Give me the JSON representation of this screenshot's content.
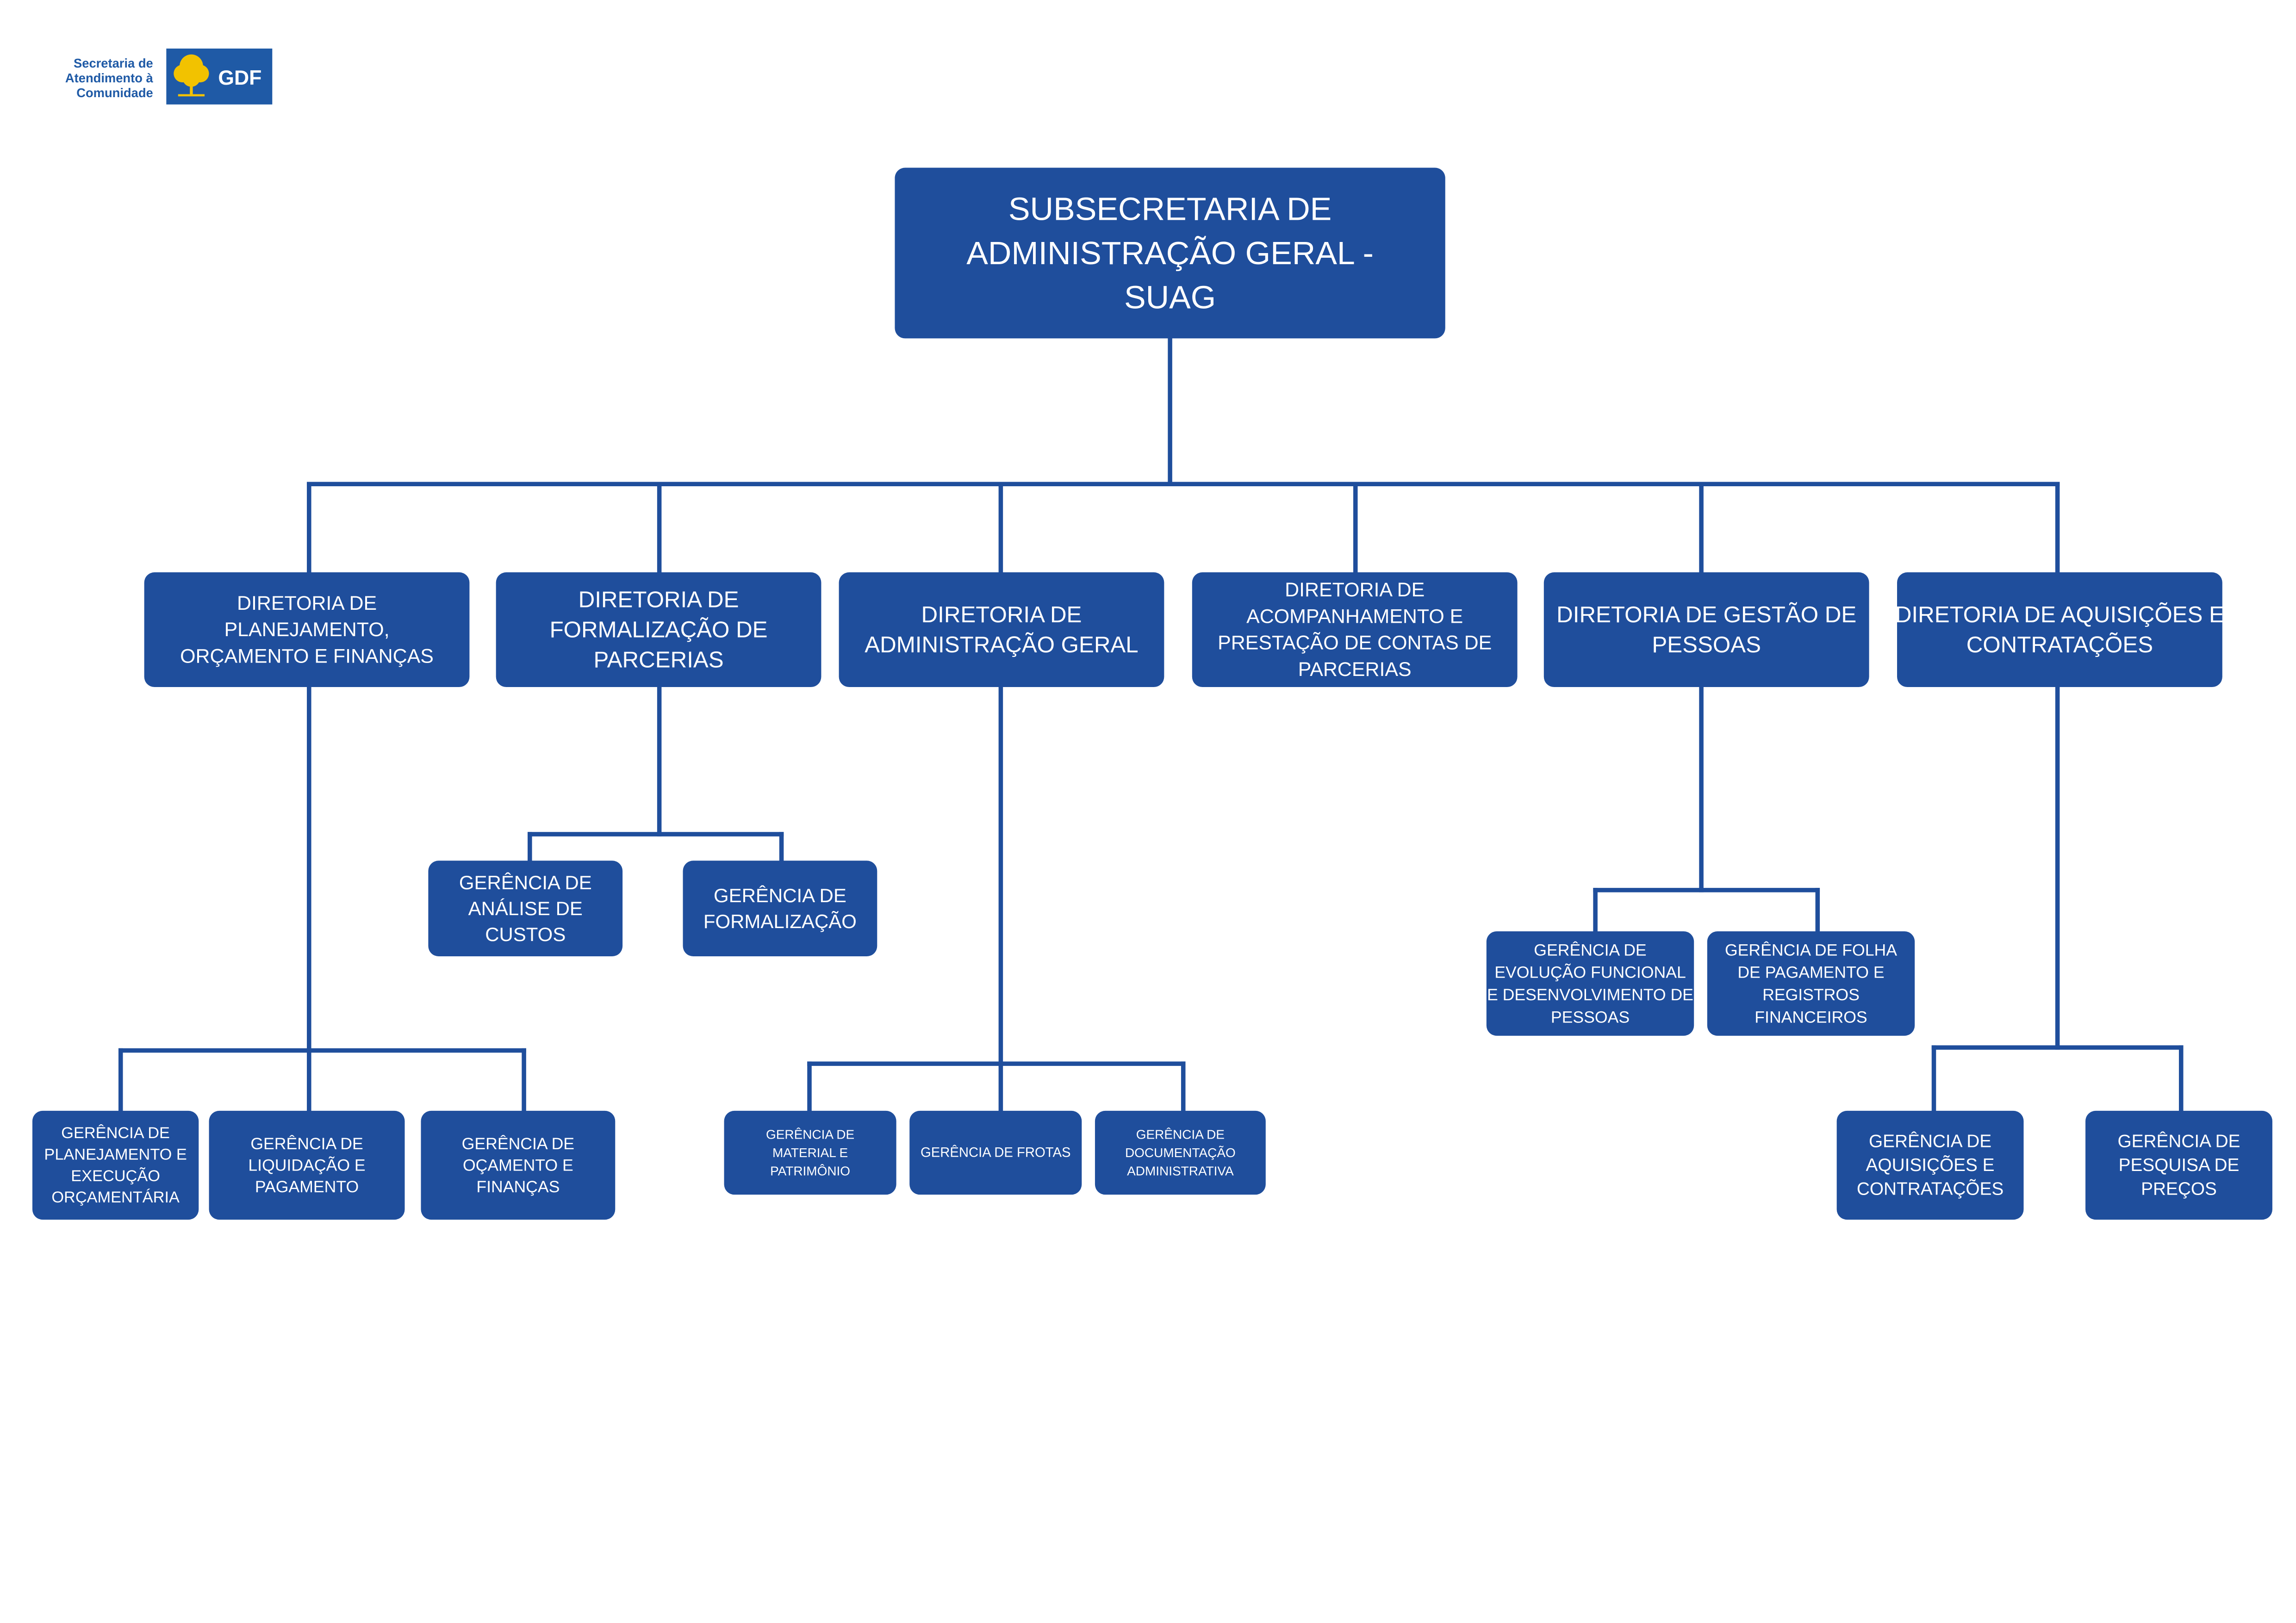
{
  "logo": {
    "org_lines": [
      "Secretaria de",
      "Atendimento à",
      "Comunidade"
    ],
    "badge": "GDF",
    "colors": {
      "org_text": "#1f5aa6",
      "badge_bg": "#1f5aa6",
      "badge_text": "#ffffff",
      "emblem": "#f2c200"
    }
  },
  "colors": {
    "box": "#1f4e9c",
    "box_text": "#ffffff",
    "connector": "#1f4e9c",
    "background": "#ffffff"
  },
  "root": {
    "id": "suag",
    "lines": [
      "SUBSECRETARIA DE",
      "ADMINISTRAÇÃO GERAL -",
      "SUAG"
    ]
  },
  "directorates": [
    {
      "id": "dir-planejamento",
      "lines": [
        "DIRETORIA DE",
        "PLANEJAMENTO,",
        "ORÇAMENTO E FINANÇAS"
      ],
      "children": [
        {
          "id": "ger-planejamento-execucao",
          "lines": [
            "GERÊNCIA DE",
            "PLANEJAMENTO E",
            "EXECUÇÃO",
            "ORÇAMENTÁRIA"
          ]
        },
        {
          "id": "ger-liquidacao",
          "lines": [
            "GERÊNCIA DE",
            "LIQUIDAÇÃO E",
            "PAGAMENTO"
          ]
        },
        {
          "id": "ger-orcamento-financas",
          "lines": [
            "GERÊNCIA DE",
            "OÇAMENTO E",
            "FINANÇAS"
          ]
        }
      ]
    },
    {
      "id": "dir-formalizacao",
      "lines": [
        "DIRETORIA DE",
        "FORMALIZAÇÃO DE",
        "PARCERIAS"
      ],
      "children": [
        {
          "id": "ger-analise-custos",
          "lines": [
            "GERÊNCIA DE",
            "ANÁLISE DE",
            "CUSTOS"
          ]
        },
        {
          "id": "ger-formalizacao",
          "lines": [
            "GERÊNCIA DE",
            "FORMALIZAÇÃO"
          ]
        }
      ]
    },
    {
      "id": "dir-administracao",
      "lines": [
        "DIRETORIA DE",
        "ADMINISTRAÇÃO GERAL"
      ],
      "children": [
        {
          "id": "ger-material",
          "lines": [
            "GERÊNCIA DE",
            "MATERIAL E",
            "PATRIMÔNIO"
          ]
        },
        {
          "id": "ger-frotas",
          "lines": [
            "GERÊNCIA DE FROTAS"
          ]
        },
        {
          "id": "ger-documentacao",
          "lines": [
            "GERÊNCIA DE",
            "DOCUMENTAÇÃO",
            "ADMINISTRATIVA"
          ]
        }
      ]
    },
    {
      "id": "dir-acompanhamento",
      "lines": [
        "DIRETORIA DE",
        "ACOMPANHAMENTO E",
        "PRESTAÇÃO DE CONTAS DE",
        "PARCERIAS"
      ],
      "children": []
    },
    {
      "id": "dir-gestao-pessoas",
      "lines": [
        "DIRETORIA DE GESTÃO DE",
        "PESSOAS"
      ],
      "children": [
        {
          "id": "ger-evolucao",
          "lines": [
            "GERÊNCIA DE",
            "EVOLUÇÃO FUNCIONAL",
            "E DESENVOLVIMENTO DE",
            "PESSOAS"
          ]
        },
        {
          "id": "ger-folha",
          "lines": [
            "GERÊNCIA DE FOLHA",
            "DE PAGAMENTO E",
            "REGISTROS",
            "FINANCEIROS"
          ]
        }
      ]
    },
    {
      "id": "dir-aquisicoes",
      "lines": [
        "DIRETORIA DE AQUISIÇÕES E",
        "CONTRATAÇÕES"
      ],
      "children": [
        {
          "id": "ger-aquisicoes",
          "lines": [
            "GERÊNCIA DE",
            "AQUISIÇÕES E",
            "CONTRATAÇÕES"
          ]
        },
        {
          "id": "ger-pesquisa-precos",
          "lines": [
            "GERÊNCIA DE",
            "PESQUISA DE",
            "PREÇOS"
          ]
        }
      ]
    }
  ]
}
